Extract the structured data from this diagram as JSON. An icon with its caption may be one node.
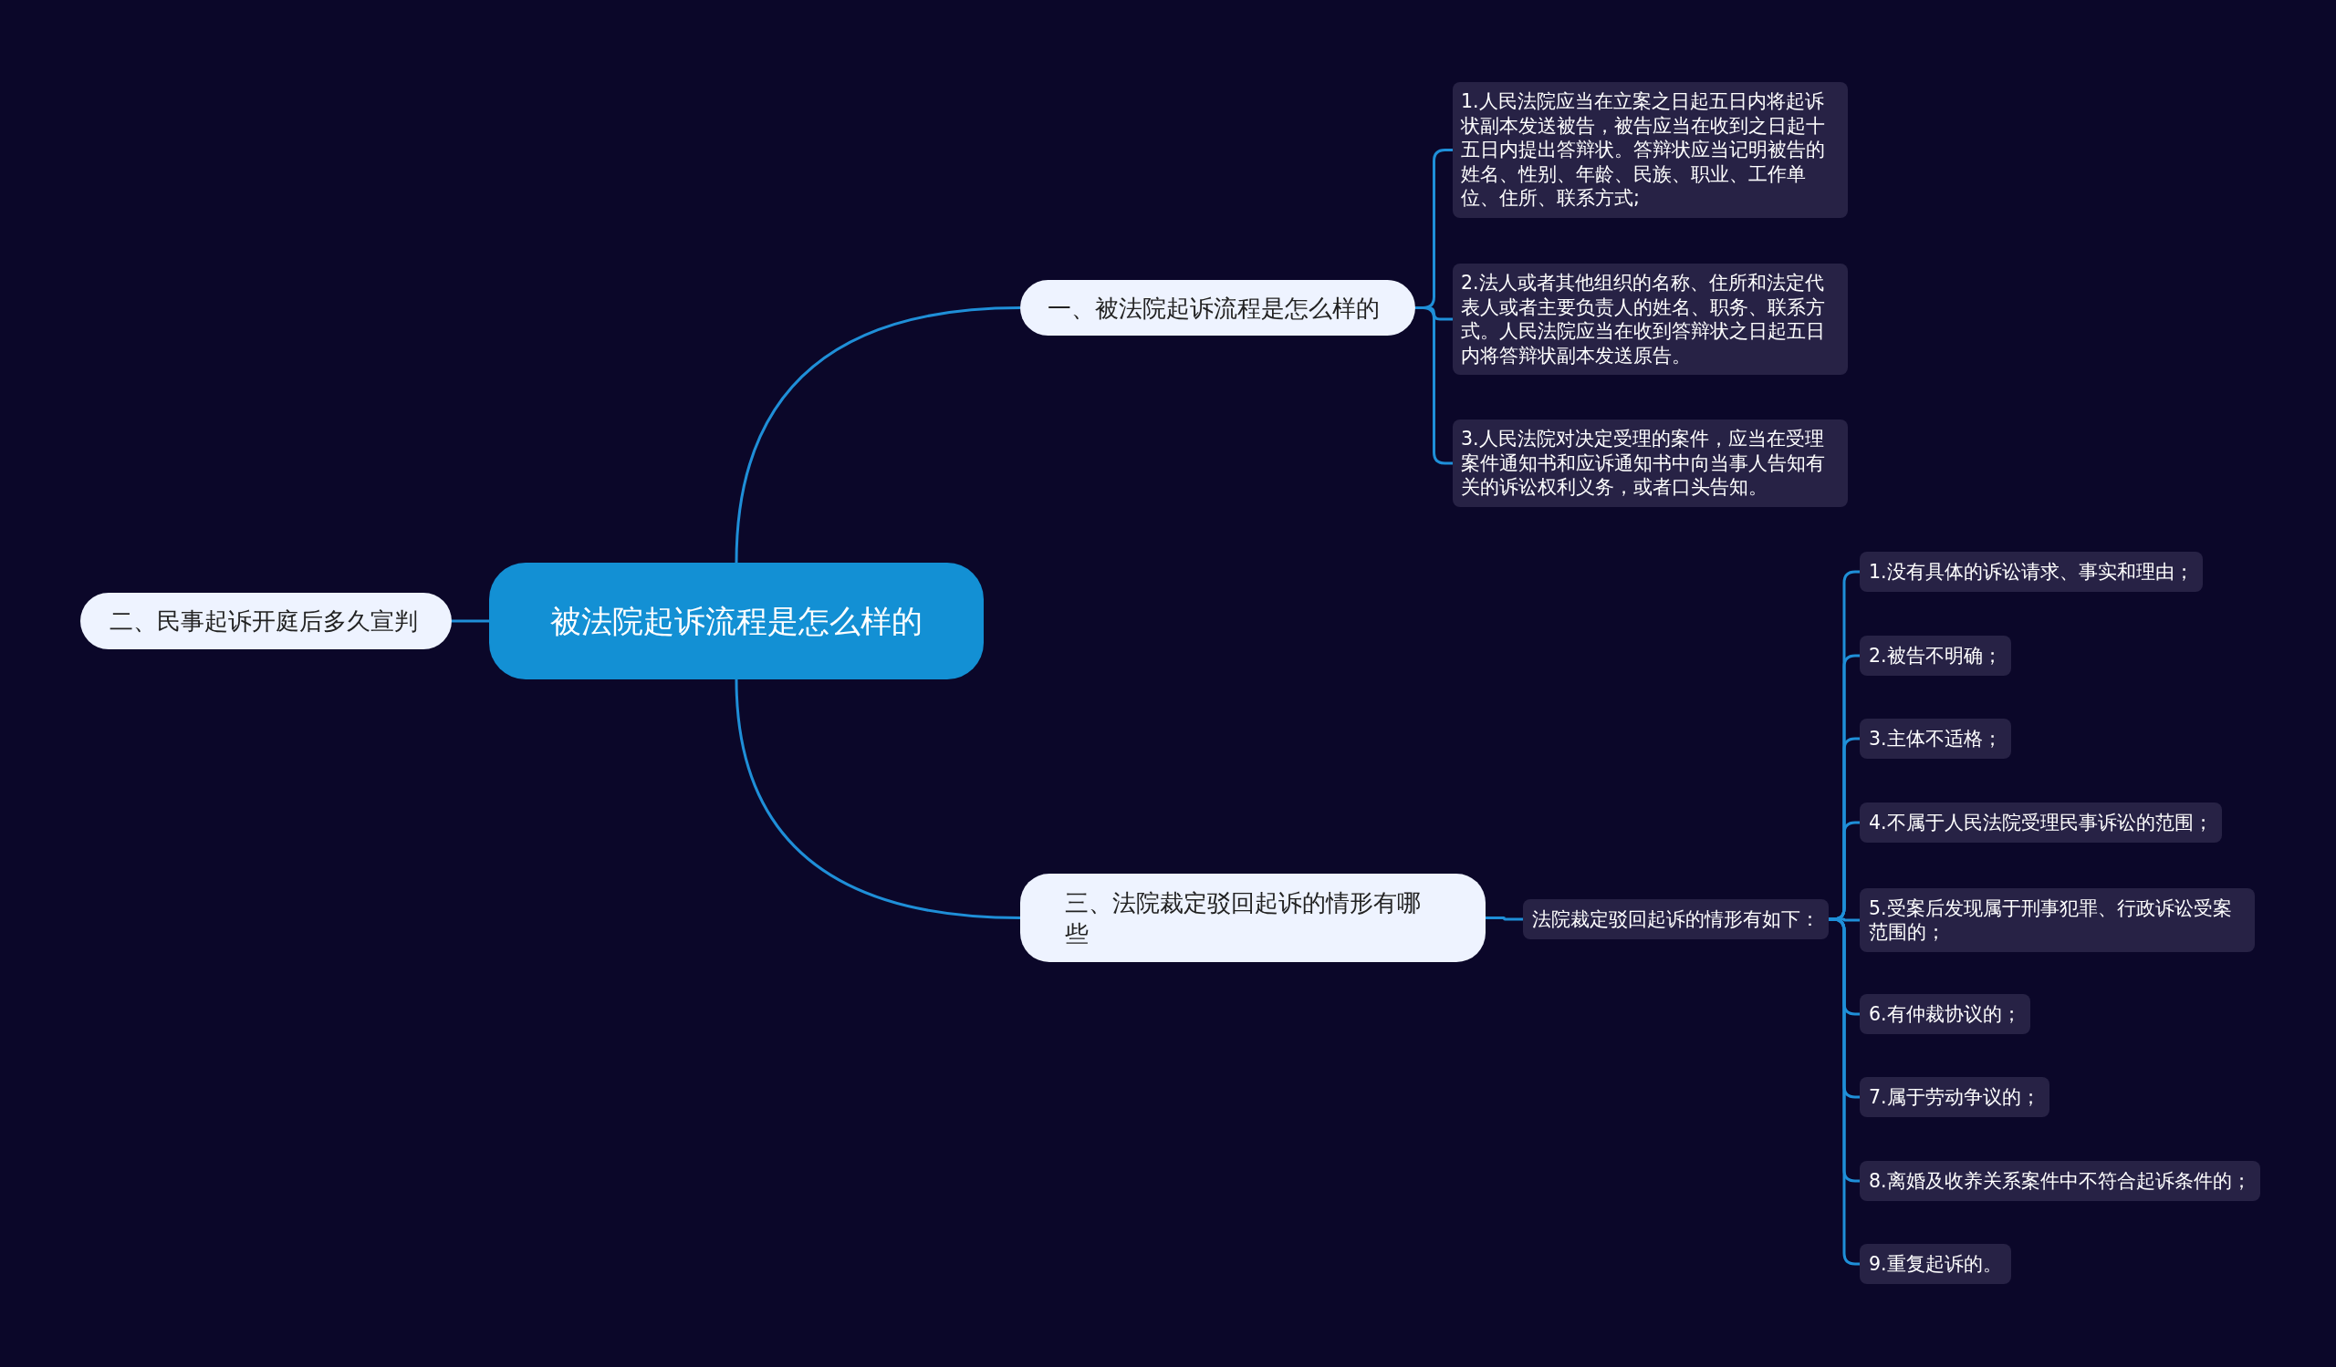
{
  "diagram": {
    "nodes": [
      {
        "text": [
          "被法院起诉流程是怎么样的"
        ]
      },
      {
        "text": [
          "一、被法院起诉流程是怎么样的"
        ]
      },
      {
        "text": [
          "二、民事起诉开庭后多久宣判"
        ]
      },
      {
        "text": [
          "三、法院裁定驳回起诉的情形有哪些"
        ]
      },
      {
        "text": [
          "1.人民法院应当在立案之日起五日内将起诉状副本发送被告，被告应当在收到之日起十五日内提出答辩状。答辩状应当记明被告的姓名、性别、年龄、民族、职业、工作单位、住所、联系方式;"
        ]
      },
      {
        "text": [
          "2.法人或者其他组织的名称、住所和法定代表人或者主要负责人的姓名、职务、联系方式。人民法院应当在收到答辩状之日起五日内将答辩状副本发送原告。"
        ]
      },
      {
        "text": [
          "3.人民法院对决定受理的案件，应当在受理案件通知书和应诉通知书中向当事人告知有关的诉讼权利义务，或者口头告知。"
        ]
      },
      {
        "text": [
          "法院裁定驳回起诉的情形有如下："
        ]
      },
      {
        "text": [
          "1.没有具体的诉讼请求、事实和理由；"
        ]
      },
      {
        "text": [
          "2.被告不明确；"
        ]
      },
      {
        "text": [
          "3.主体不适格；"
        ]
      },
      {
        "text": [
          "4.不属于人民法院受理民事诉讼的范围；"
        ]
      },
      {
        "text": [
          "5.受案后发现属于刑事犯罪、行政诉讼受案范围的；"
        ]
      },
      {
        "text": [
          "6.有仲裁协议的；"
        ]
      },
      {
        "text": [
          "7.属于劳动争议的；"
        ]
      },
      {
        "text": [
          "8.离婚及收养关系案件中不符合起诉条件的；"
        ]
      },
      {
        "text": [
          "9.重复起诉的。"
        ]
      }
    ],
    "edges": [
      {
        "from": 0,
        "to": 1,
        "arrow": "none"
      },
      {
        "from": 0,
        "to": 2,
        "arrow": "none"
      },
      {
        "from": 0,
        "to": 3,
        "arrow": "none"
      },
      {
        "from": 1,
        "to": 4,
        "arrow": "none"
      },
      {
        "from": 1,
        "to": 5,
        "arrow": "none"
      },
      {
        "from": 1,
        "to": 6,
        "arrow": "none"
      },
      {
        "from": 3,
        "to": 7,
        "arrow": "none"
      },
      {
        "from": 7,
        "to": 8,
        "arrow": "none"
      },
      {
        "from": 7,
        "to": 9,
        "arrow": "none"
      },
      {
        "from": 7,
        "to": 10,
        "arrow": "none"
      },
      {
        "from": 7,
        "to": 11,
        "arrow": "none"
      },
      {
        "from": 7,
        "to": 12,
        "arrow": "none"
      },
      {
        "from": 7,
        "to": 13,
        "arrow": "none"
      },
      {
        "from": 7,
        "to": 14,
        "arrow": "none"
      },
      {
        "from": 7,
        "to": 15,
        "arrow": "none"
      },
      {
        "from": 7,
        "to": 16,
        "arrow": "none"
      }
    ]
  }
}
